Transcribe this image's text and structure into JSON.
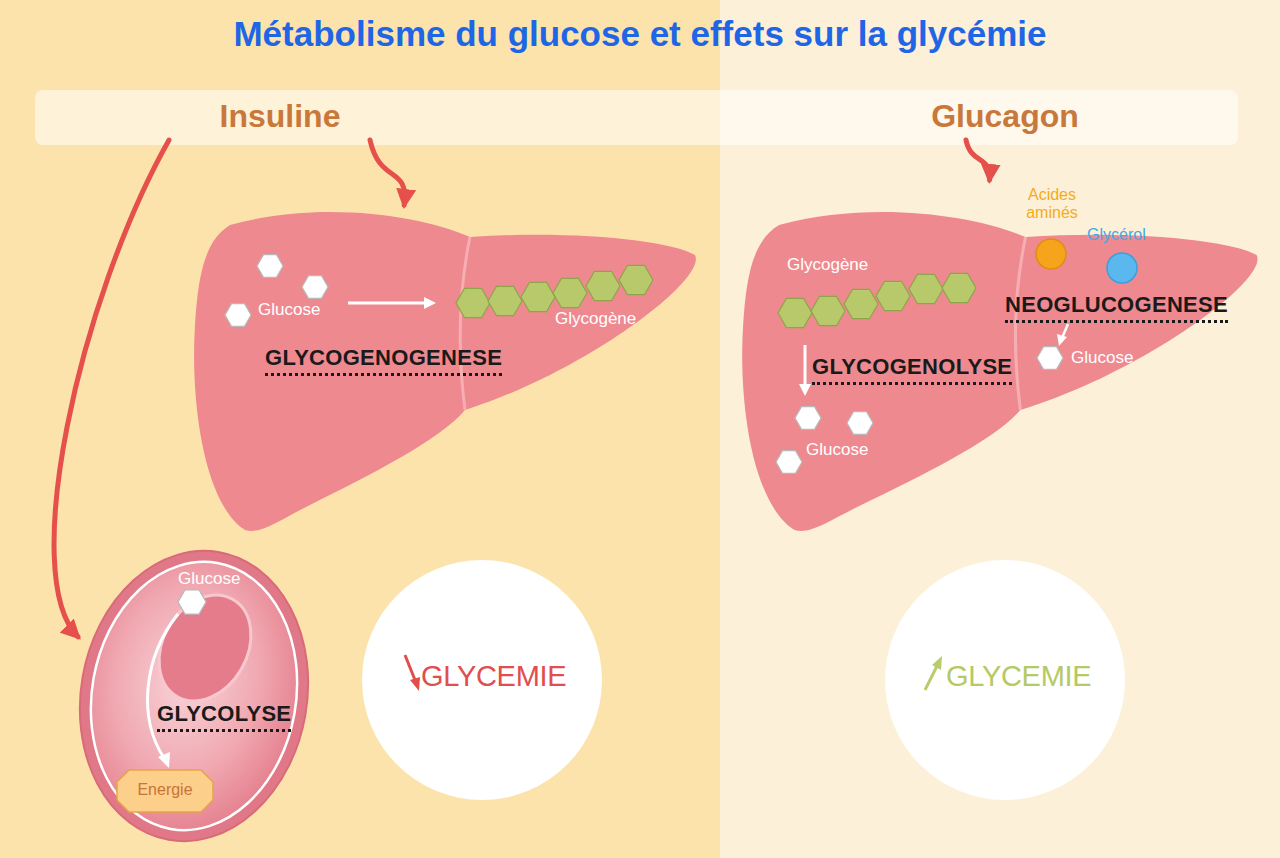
{
  "diagram": {
    "title": "Métabolisme du glucose et effets sur la glycémie",
    "nodes": [
      {
        "text": [
          "Insuline"
        ]
      },
      {
        "text": [
          "Glucagon"
        ]
      },
      {
        "text": [
          "Glucose",
          "Glycogène",
          "GLYCOGENOGENESE"
        ]
      },
      {
        "text": [
          "Glycogène",
          "GLYCOGENOLYSE",
          "Glucose",
          "Acides aminés",
          "Glycérol",
          "NEOGLUCOGENESE",
          "Glucose"
        ]
      },
      {
        "text": [
          "Glucose",
          "GLYCOLYSE"
        ]
      },
      {
        "text": [
          "Energie"
        ],
        "in": 4
      },
      {
        "text": [
          "GLYCEMIE"
        ]
      },
      {
        "text": [
          "GLYCEMIE"
        ]
      }
    ],
    "edges": [
      {
        "from": 0,
        "to": 2,
        "arrow": "to"
      },
      {
        "from": 0,
        "to": 4,
        "arrow": "to"
      },
      {
        "from": 1,
        "to": 3,
        "arrow": "to"
      }
    ]
  }
}
